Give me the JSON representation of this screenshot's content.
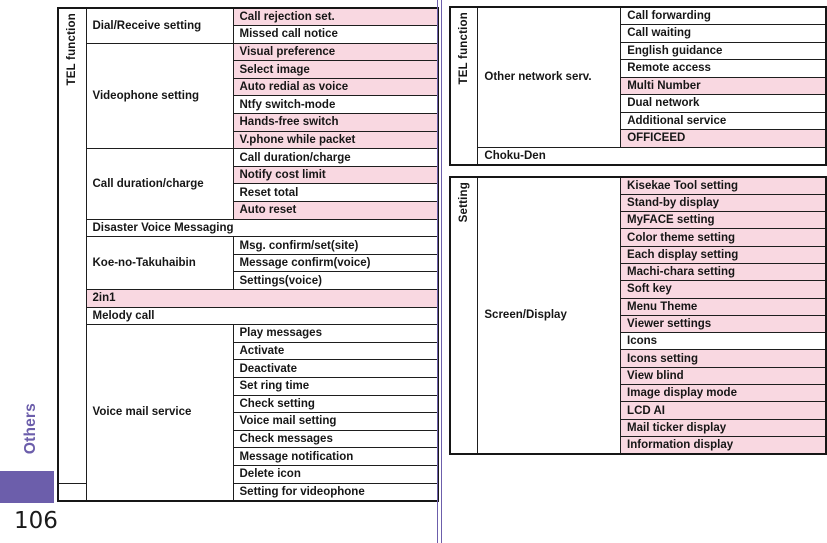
{
  "page": {
    "number": "106",
    "side_tab_label": "Others"
  },
  "colors": {
    "highlight_pink": "#f9d8e1",
    "tab_purple": "#6c5eab",
    "table_border": "#161616"
  },
  "left_table": {
    "section_label": "TEL function",
    "groups": [
      {
        "label": "Dial/Receive setting",
        "items": [
          {
            "label": "Call rejection set.",
            "hl": true
          },
          {
            "label": "Missed call notice",
            "hl": false
          }
        ]
      },
      {
        "label": "Videophone setting",
        "items": [
          {
            "label": "Visual preference",
            "hl": true
          },
          {
            "label": "Select image",
            "hl": true
          },
          {
            "label": "Auto redial as voice",
            "hl": true
          },
          {
            "label": "Ntfy switch-mode",
            "hl": false
          },
          {
            "label": "Hands-free switch",
            "hl": true
          },
          {
            "label": "V.phone while packet",
            "hl": true
          }
        ]
      },
      {
        "label": "Call duration/charge",
        "items": [
          {
            "label": "Call duration/charge",
            "hl": false
          },
          {
            "label": "Notify cost limit",
            "hl": true
          },
          {
            "label": "Reset total",
            "hl": false
          },
          {
            "label": "Auto reset",
            "hl": true
          }
        ]
      },
      {
        "label": "Disaster Voice Messaging",
        "full_row": true,
        "hl": false
      },
      {
        "label": "Koe-no-Takuhaibin",
        "items": [
          {
            "label": "Msg. confirm/set(site)",
            "hl": false
          },
          {
            "label": "Message confirm(voice)",
            "hl": false
          },
          {
            "label": "Settings(voice)",
            "hl": false
          }
        ]
      },
      {
        "label": "2in1",
        "full_row": true,
        "hl": true
      },
      {
        "label": "Melody call",
        "full_row": true,
        "hl": false
      },
      {
        "label": "Voice mail service",
        "items": [
          {
            "label": "Play messages",
            "hl": false
          },
          {
            "label": "Activate",
            "hl": false
          },
          {
            "label": "Deactivate",
            "hl": false
          },
          {
            "label": "Set ring time",
            "hl": false
          },
          {
            "label": "Check setting",
            "hl": false
          },
          {
            "label": "Voice mail setting",
            "hl": false
          },
          {
            "label": "Check messages",
            "hl": false
          },
          {
            "label": "Message notification",
            "hl": false
          },
          {
            "label": "Delete icon",
            "hl": false
          },
          {
            "label": "Setting for videophone",
            "hl": false
          }
        ]
      }
    ]
  },
  "right_top_table": {
    "section_label": "TEL function",
    "groups": [
      {
        "label": "Other network serv.",
        "items": [
          {
            "label": "Call forwarding",
            "hl": false
          },
          {
            "label": "Call waiting",
            "hl": false
          },
          {
            "label": "English guidance",
            "hl": false
          },
          {
            "label": "Remote access",
            "hl": false
          },
          {
            "label": "Multi Number",
            "hl": true
          },
          {
            "label": "Dual network",
            "hl": false
          },
          {
            "label": "Additional service",
            "hl": false
          },
          {
            "label": "OFFICEED",
            "hl": true
          }
        ]
      },
      {
        "label": "Choku-Den",
        "full_row": true,
        "hl": false
      }
    ]
  },
  "right_bottom_table": {
    "section_label": "Setting",
    "groups": [
      {
        "label": "Screen/Display",
        "items": [
          {
            "label": "Kisekae Tool setting",
            "hl": true
          },
          {
            "label": "Stand-by display",
            "hl": true
          },
          {
            "label": "MyFACE setting",
            "hl": true
          },
          {
            "label": "Color theme setting",
            "hl": true
          },
          {
            "label": "Each display setting",
            "hl": true
          },
          {
            "label": "Machi-chara setting",
            "hl": true
          },
          {
            "label": "Soft key",
            "hl": true
          },
          {
            "label": "Menu Theme",
            "hl": true
          },
          {
            "label": "Viewer settings",
            "hl": true
          },
          {
            "label": "Icons",
            "hl": false
          },
          {
            "label": "Icons setting",
            "hl": true
          },
          {
            "label": "View blind",
            "hl": true
          },
          {
            "label": "Image display mode",
            "hl": true
          },
          {
            "label": "LCD AI",
            "hl": true
          },
          {
            "label": "Mail ticker display",
            "hl": true
          },
          {
            "label": "Information display",
            "hl": true
          }
        ]
      }
    ]
  }
}
